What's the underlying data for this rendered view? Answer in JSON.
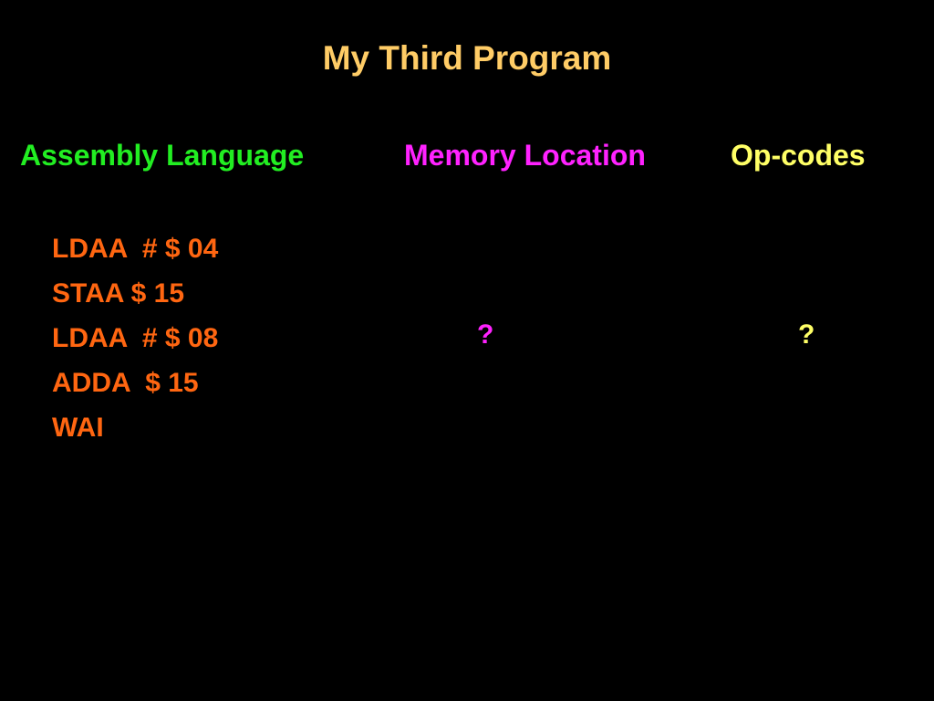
{
  "slide": {
    "title": "My Third Program",
    "headers": {
      "assembly": "Assembly Language",
      "memory": "Memory Location",
      "opcodes": "Op-codes"
    },
    "code_lines": [
      "LDAA  # $ 04",
      "STAA $ 15",
      "LDAA  # $ 08",
      "ADDA  $ 15",
      "WAI"
    ],
    "memory_placeholder": "?",
    "opcode_placeholder": "?"
  },
  "colors": {
    "background": "#000000",
    "title": "#ffcc66",
    "assembly_header": "#22ee22",
    "memory_header": "#ff22ff",
    "opcodes_header": "#ffff66",
    "code": "#ff6611"
  }
}
